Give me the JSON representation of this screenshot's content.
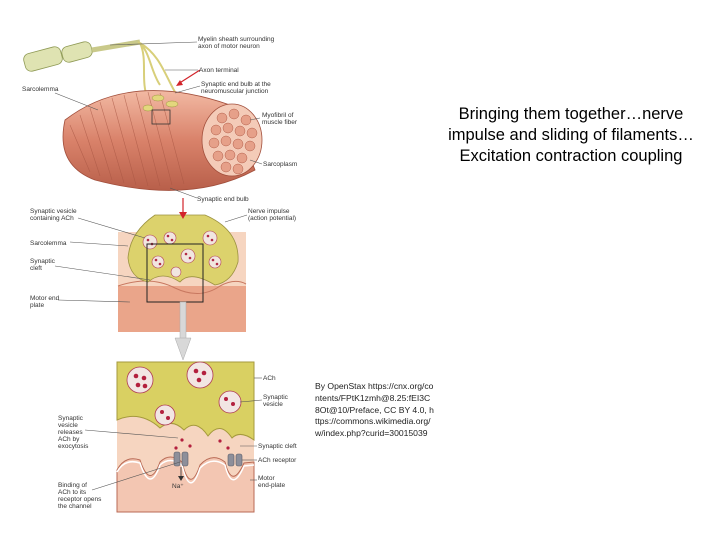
{
  "slide": {
    "caption": "Bringing them together…nerve impulse and sliding of filaments…Excitation contraction coupling",
    "attribution": "By OpenStax https://cnx.org/contents/FPtK1zmh@8.25:fEI3C8Ot@10/Preface, CC BY 4.0, https://commons.wikimedia.org/w/index.php?curid=30015039"
  },
  "diagram": {
    "labels": {
      "myelin": [
        "Myelin sheath surrounding",
        "axon of motor neuron"
      ],
      "axon_terminal": "Axon terminal",
      "synaptic_end_bulb_nmj": [
        "Synaptic end bulb at the",
        "neuromuscular junction"
      ],
      "sarcolemma_top": "Sarcolemma",
      "myofibril": [
        "Myofibril of",
        "muscle fiber"
      ],
      "sarcoplasm": "Sarcoplasm",
      "synaptic_end_bulb": "Synaptic end bulb",
      "synaptic_vesicle_ach": [
        "Synaptic vesicle",
        "containing ACh"
      ],
      "nerve_impulse": [
        "Nerve impulse",
        "(action potential)"
      ],
      "sarcolemma_mid": "Sarcolemma",
      "synaptic_cleft_mid": [
        "Synaptic",
        "cleft"
      ],
      "motor_end_plate": [
        "Motor end",
        "plate"
      ],
      "ach": "ACh",
      "synaptic_vesicle": [
        "Synaptic",
        "vesicle"
      ],
      "vesicle_releases": [
        "Synaptic",
        "vesicle",
        "releases",
        "ACh by",
        "exocytosis"
      ],
      "synaptic_cleft_bottom": "Synaptic cleft",
      "ach_receptor": "ACh receptor",
      "motor_endplate": [
        "Motor",
        "end-plate"
      ],
      "binding": [
        "Binding of",
        "ACh to its",
        "receptor opens",
        "the channel"
      ],
      "na": "Na⁺"
    }
  }
}
